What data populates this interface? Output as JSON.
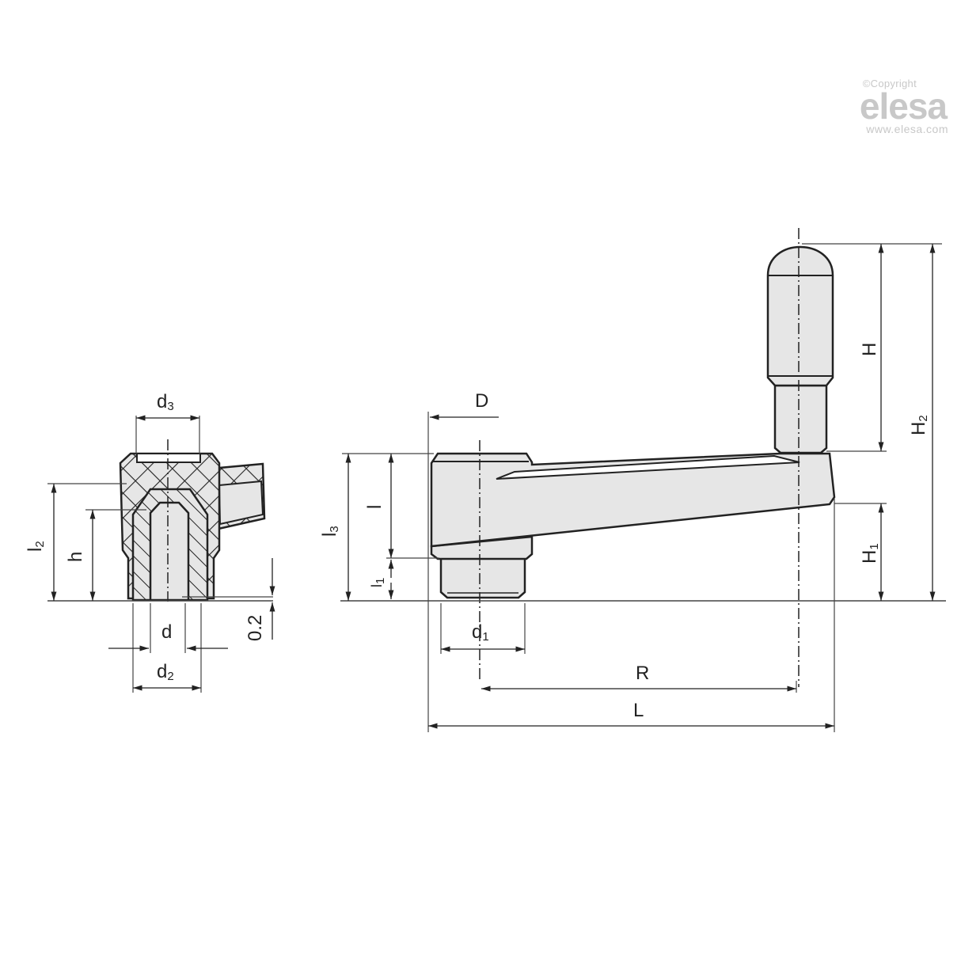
{
  "watermark": {
    "copyright": "©Copyright",
    "logo": "elesa",
    "url": "www.elesa.com",
    "color": "#c8c8c8"
  },
  "drawing": {
    "title": "Crank handle technical drawing",
    "colors": {
      "line": "#222222",
      "fill": "#e6e6e6",
      "background": "#ffffff"
    },
    "section_view": {
      "dimensions": {
        "d3": {
          "base": "d",
          "sub": "3"
        },
        "l2": {
          "base": "l",
          "sub": "2"
        },
        "h": {
          "base": "h",
          "sub": ""
        },
        "d": {
          "base": "d",
          "sub": ""
        },
        "d2": {
          "base": "d",
          "sub": "2"
        },
        "gap": {
          "base": "0.2",
          "sub": ""
        }
      }
    },
    "side_view": {
      "dimensions": {
        "D": {
          "base": "D",
          "sub": ""
        },
        "l3": {
          "base": "l",
          "sub": "3"
        },
        "l": {
          "base": "l",
          "sub": ""
        },
        "l1": {
          "base": "l",
          "sub": "1"
        },
        "d1": {
          "base": "d",
          "sub": "1"
        },
        "R": {
          "base": "R",
          "sub": ""
        },
        "L": {
          "base": "L",
          "sub": ""
        },
        "H": {
          "base": "H",
          "sub": ""
        },
        "H1": {
          "base": "H",
          "sub": "1"
        },
        "H2": {
          "base": "H",
          "sub": "2"
        }
      }
    }
  }
}
